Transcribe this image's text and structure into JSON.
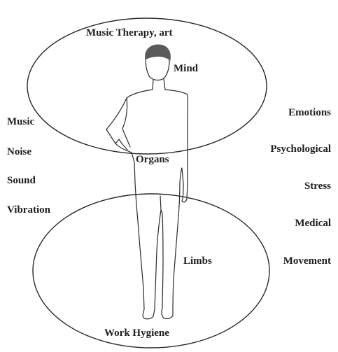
{
  "labels": {
    "top_oval": "Music Therapy, art",
    "head": "Mind",
    "torso": "Organs",
    "legs": "Limbs",
    "bottom_oval": "Work Hygiene"
  },
  "left_column": [
    "Music",
    "Noise",
    "Sound",
    "Vibration"
  ],
  "right_column": [
    "Emotions",
    "Psychological",
    "Stress",
    "Medical",
    "Movement"
  ],
  "colors": {
    "outline": "#2a2a2a",
    "head_fill": "#5a5a5a",
    "text": "#1f1f1f"
  }
}
